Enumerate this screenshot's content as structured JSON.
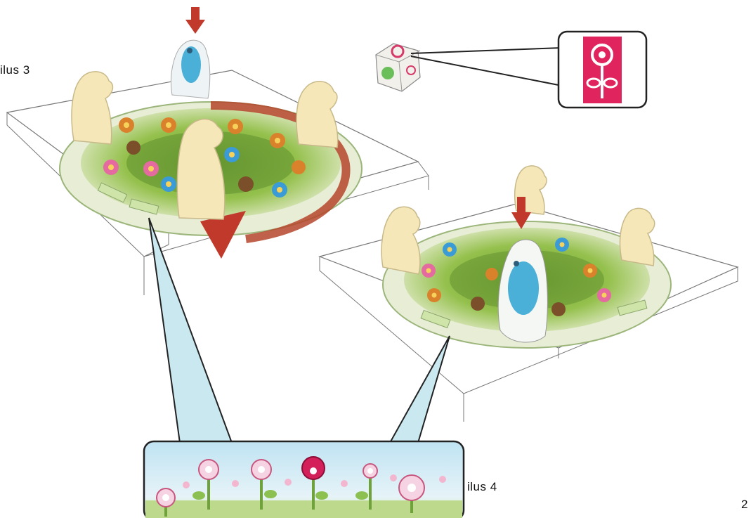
{
  "labels": {
    "illustration_3": "ilus  3",
    "illustration_4": "ilus  4",
    "page_number": "2"
  },
  "colors": {
    "board_green": "#8fb94a",
    "arrow_red": "#c0392b",
    "callout_fill": "#c9e8f0",
    "die_face_pink": "#e0245e",
    "flower_pink": "#f3b6cf",
    "meeple_cream": "#f5e7b8"
  },
  "icons": [
    "die-icon",
    "flower-symbol-icon",
    "down-arrow-icon",
    "rotation-arrow-icon",
    "meeple-icon",
    "bird-piece-icon"
  ]
}
